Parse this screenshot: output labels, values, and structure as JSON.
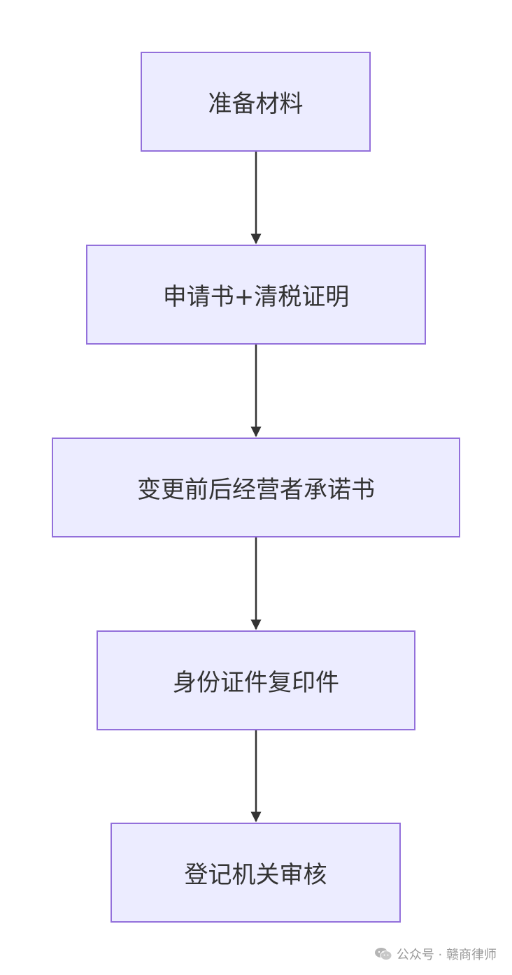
{
  "diagram": {
    "type": "flowchart",
    "direction": "top-to-bottom",
    "colors": {
      "node_fill": "#ECECFF",
      "node_border": "#9370DB",
      "text": "#333333",
      "edge": "#333333"
    },
    "nodes": [
      {
        "id": "n1",
        "label": "准备材料"
      },
      {
        "id": "n2",
        "label": "申请书+清税证明"
      },
      {
        "id": "n3",
        "label": "变更前后经营者承诺书"
      },
      {
        "id": "n4",
        "label": "身份证件复印件"
      },
      {
        "id": "n5",
        "label": "登记机关审核"
      }
    ],
    "edges": [
      {
        "from": "n1",
        "to": "n2"
      },
      {
        "from": "n2",
        "to": "n3"
      },
      {
        "from": "n3",
        "to": "n4"
      },
      {
        "from": "n4",
        "to": "n5"
      }
    ]
  },
  "watermark": {
    "icon": "wechat-icon",
    "text": "公众号 · 赣商律师"
  }
}
